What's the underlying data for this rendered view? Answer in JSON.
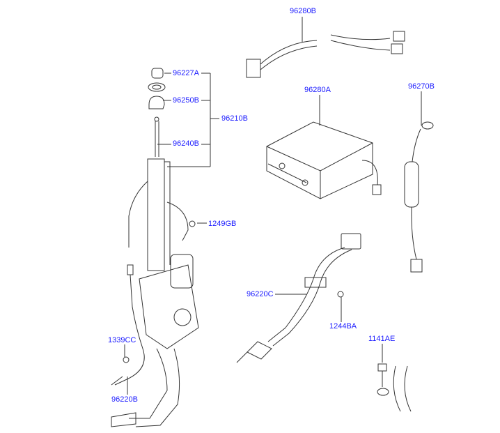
{
  "colors": {
    "label": "#1a1aff",
    "line": "#333333"
  },
  "labels": {
    "p96280B": "96280B",
    "p96227A": "96227A",
    "p96250B": "96250B",
    "p96210B": "96210B",
    "p96240B": "96240B",
    "p96280A": "96280A",
    "p96270B": "96270B",
    "p1249GB": "1249GB",
    "p96220C": "96220C",
    "p1244BA": "1244BA",
    "p1339CC": "1339CC",
    "p1141AE": "1141AE",
    "p96220B": "96220B"
  }
}
